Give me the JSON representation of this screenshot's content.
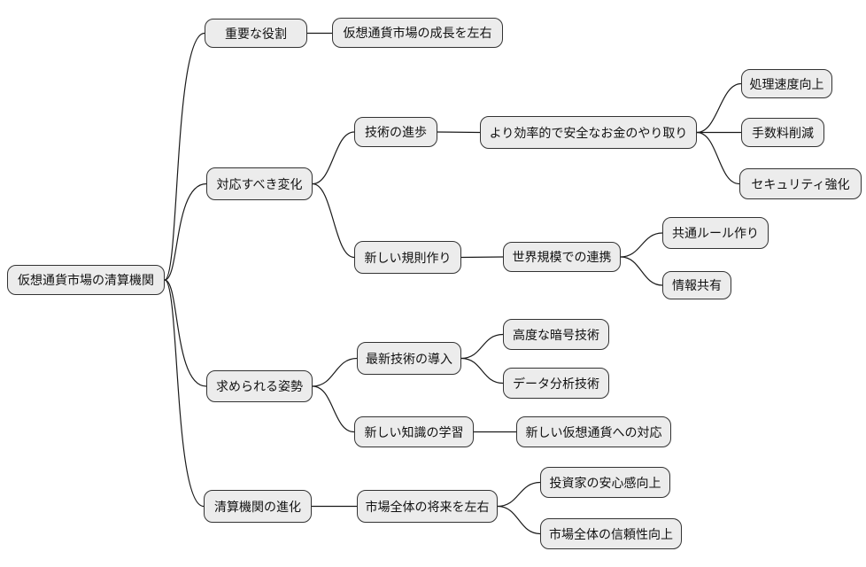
{
  "diagram": {
    "type": "mindmap",
    "orientation": "left-to-right",
    "node_fill": "#ececec",
    "node_border_color": "#333333",
    "edge_color": "#1a1a1a",
    "text_color": "#111111",
    "background": "#ffffff"
  },
  "mindmap": {
    "root": {
      "label": "仮想通貨市場の清算機関",
      "children": [
        {
          "label": "重要な役割",
          "children": [
            {
              "label": "仮想通貨市場の成長を左右",
              "children": []
            }
          ]
        },
        {
          "label": "対応すべき変化",
          "children": [
            {
              "label": "技術の進歩",
              "children": [
                {
                  "label": "より効率的で安全なお金のやり取り",
                  "children": [
                    {
                      "label": "処理速度向上"
                    },
                    {
                      "label": "手数料削減"
                    },
                    {
                      "label": "セキュリティ強化"
                    }
                  ]
                }
              ]
            },
            {
              "label": "新しい規則作り",
              "children": [
                {
                  "label": "世界規模での連携",
                  "children": [
                    {
                      "label": "共通ルール作り"
                    },
                    {
                      "label": "情報共有"
                    }
                  ]
                }
              ]
            }
          ]
        },
        {
          "label": "求められる姿勢",
          "children": [
            {
              "label": "最新技術の導入",
              "children": [
                {
                  "label": "高度な暗号技術"
                },
                {
                  "label": "データ分析技術"
                }
              ]
            },
            {
              "label": "新しい知識の学習",
              "children": [
                {
                  "label": "新しい仮想通貨への対応"
                }
              ]
            }
          ]
        },
        {
          "label": "清算機関の進化",
          "children": [
            {
              "label": "市場全体の将来を左右",
              "children": [
                {
                  "label": "投資家の安心感向上"
                },
                {
                  "label": "市場全体の信頼性向上"
                }
              ]
            }
          ]
        }
      ]
    }
  }
}
